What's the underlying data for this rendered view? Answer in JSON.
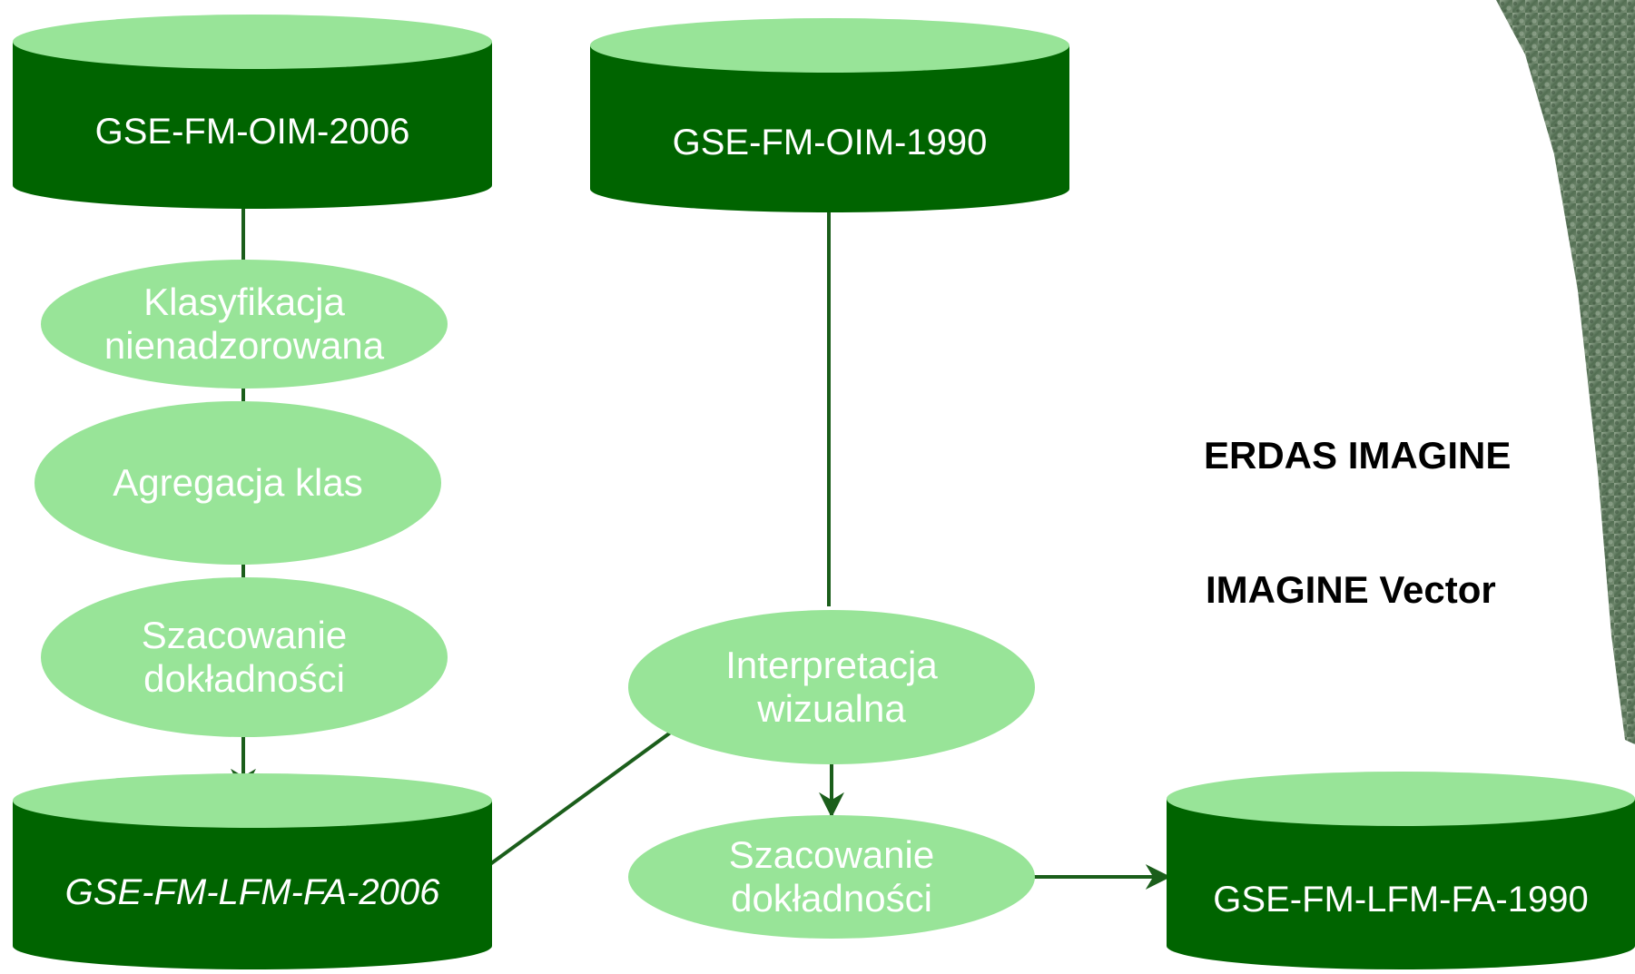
{
  "colors": {
    "dark_green": "#006400",
    "light_green": "#98e498",
    "connector": "#1b5e1b",
    "photo_base": "#4f6b4f"
  },
  "databases": {
    "oim_2006": "GSE-FM-OIM-2006",
    "oim_1990": "GSE-FM-OIM-1990",
    "lfm_fa_2006": "GSE-FM-LFM-FA-2006",
    "lfm_fa_1990": "GSE-FM-LFM-FA-1990"
  },
  "processes": {
    "klasyfikacja": "Klasyfikacja\nnienadzorowana",
    "agregacja": "Agregacja klas",
    "szacowanie_left": "Szacowanie\ndokładności",
    "interpretacja": "Interpretacja\nwizualna",
    "szacowanie_right": "Szacowanie\ndokładności"
  },
  "software": {
    "erdas": "ERDAS IMAGINE",
    "vector": "IMAGINE Vector"
  }
}
